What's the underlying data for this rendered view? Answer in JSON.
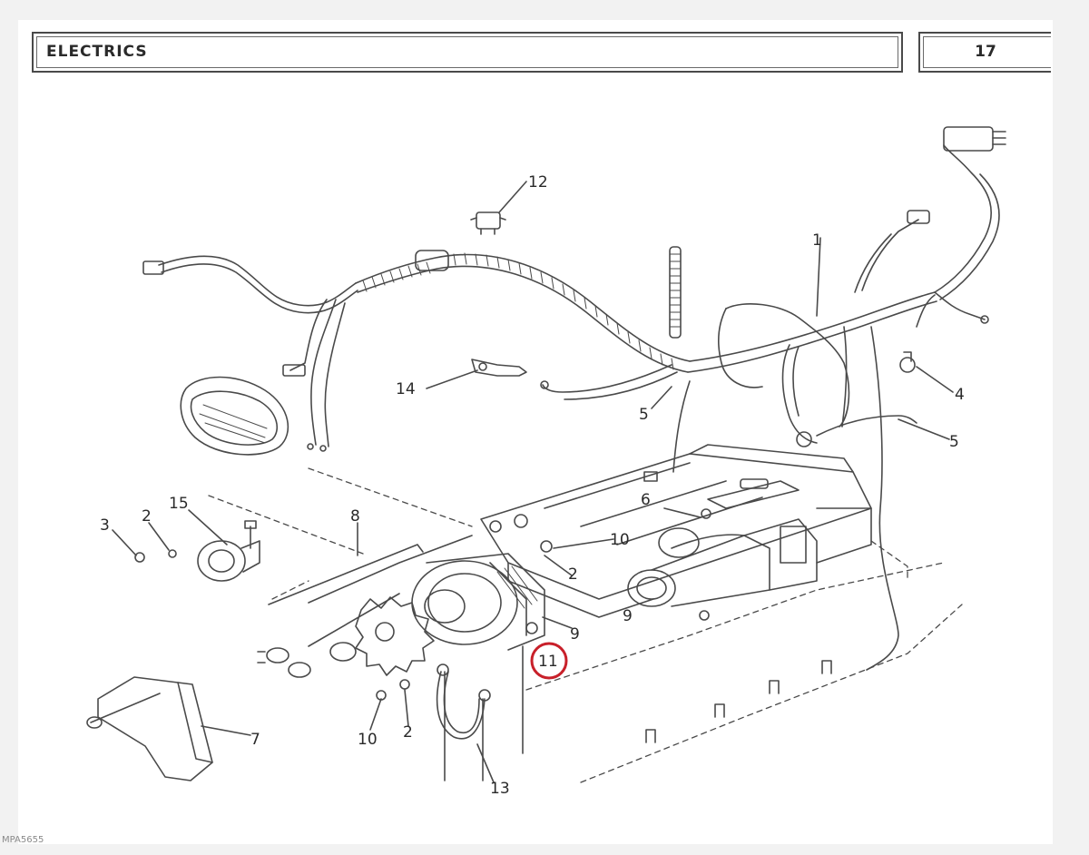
{
  "header": {
    "title": "ELECTRICS",
    "page_number": "17"
  },
  "footer": {
    "ref_code": "MPA5655"
  },
  "callouts": {
    "c1": "1",
    "c2a": "2",
    "c2b": "2",
    "c2c": "2",
    "c3": "3",
    "c4": "4",
    "c5a": "5",
    "c5b": "5",
    "c6": "6",
    "c7": "7",
    "c8": "8",
    "c9a": "9",
    "c9b": "9",
    "c10a": "10",
    "c10b": "10",
    "c11": "11",
    "c12": "12",
    "c13": "13",
    "c14": "14",
    "c15": "15"
  },
  "highlight": {
    "part": "11",
    "color": "#c8202a"
  }
}
